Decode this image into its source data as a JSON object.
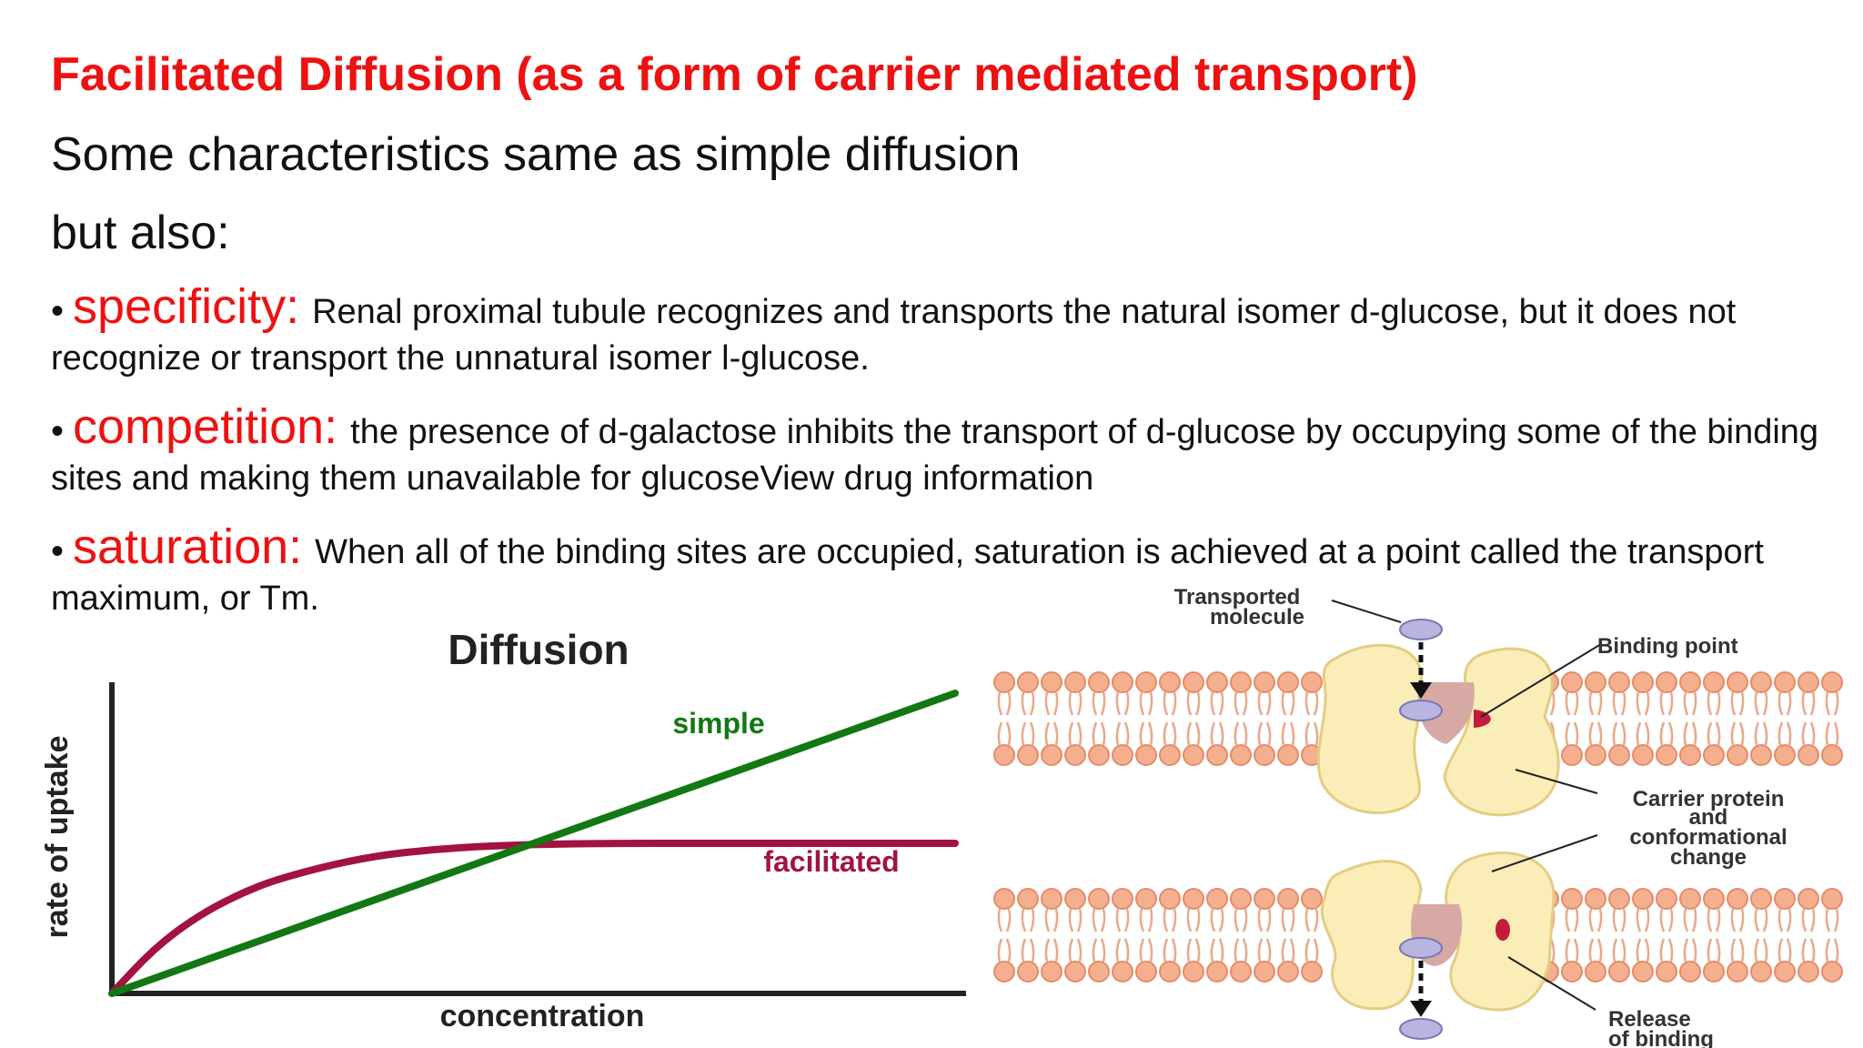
{
  "slide": {
    "title": "Facilitated Diffusion (as a form of carrier mediated transport)",
    "line1": "Some characteristics same as simple diffusion",
    "line2": "but also:",
    "bullets": [
      {
        "term": "specificity:",
        "text": "Renal proximal tubule recognizes and transports the natural isomer d-glucose, but it does not recognize or transport the unnatural isomer l-glucose."
      },
      {
        "term": "competition:",
        "text": "the presence of d-galactose inhibits the transport of d-glucose by occupying some of the binding sites and making them unavailable for glucoseView drug information"
      },
      {
        "term": "saturation:",
        "text": "When all of the binding sites are occupied, saturation is achieved at a point called the transport maximum, or Tm."
      }
    ],
    "bullet_glyph": "•"
  },
  "chart_data": {
    "type": "line",
    "title": "Diffusion",
    "xlabel": "concentration",
    "ylabel": "rate of uptake",
    "series": [
      {
        "name": "simple",
        "color": "#137813",
        "x": [
          0,
          10
        ],
        "y": [
          0,
          10
        ]
      },
      {
        "name": "facilitated",
        "color": "#a3133f",
        "x": [
          0,
          0.5,
          1,
          1.5,
          2,
          3,
          4,
          5,
          6,
          7,
          8,
          10
        ],
        "y": [
          0,
          1.5,
          2.55,
          3.3,
          3.85,
          4.55,
          4.85,
          4.97,
          5.0,
          5.0,
          5.0,
          5.0
        ]
      }
    ],
    "xlim": [
      0,
      10
    ],
    "ylim": [
      0,
      10
    ],
    "grid": false,
    "legend": "inline labels"
  },
  "diagram": {
    "labels": {
      "transported_molecule": [
        "Transported",
        "molecule"
      ],
      "binding_point": "Binding point",
      "carrier_protein": [
        "Carrier protein",
        "and",
        "conformational",
        "change"
      ],
      "release": [
        "Release",
        "of binding"
      ]
    },
    "colors": {
      "lipid_head": "#f4b08e",
      "lipid_tail": "#e9a98a",
      "protein": "#faedb7",
      "channel": "#d7a9a4",
      "molecule": "#b8b6e0",
      "binding_site": "#c41a3c"
    }
  }
}
